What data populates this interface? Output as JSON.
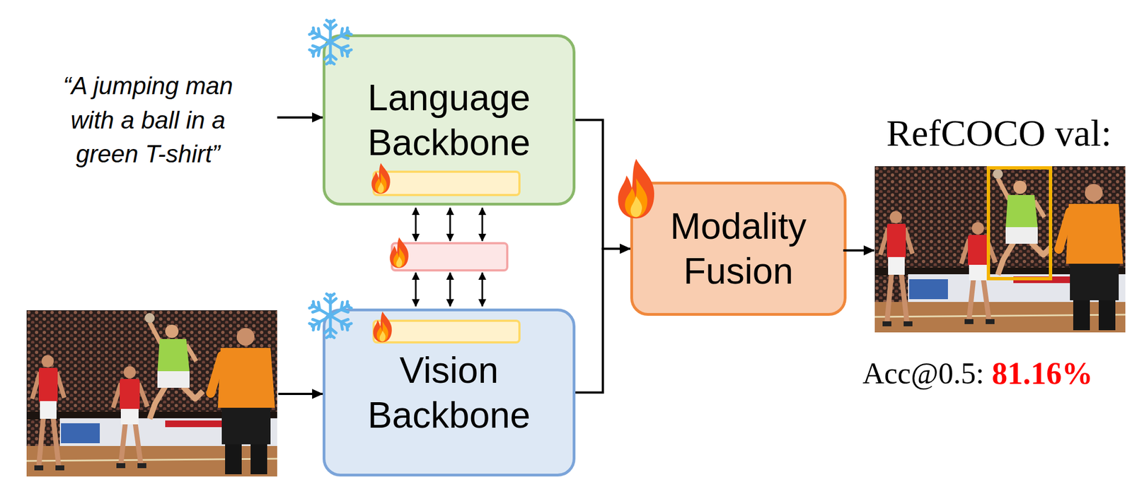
{
  "diagram": {
    "nodes": [
      {
        "text": [
          "Language Backbone"
        ]
      },
      {
        "text": [
          "Vision Backbone"
        ]
      },
      {
        "text": [
          "Modality Fusion"
        ]
      }
    ],
    "edges": [
      {
        "from": 0,
        "to": 2,
        "arrow": "to"
      },
      {
        "from": 1,
        "to": 2,
        "arrow": "to"
      }
    ],
    "labels": [
      "“A jumping man with a ball in a green T-shirt”",
      "RefCOCO val:",
      "Acc@0.5:",
      "81.16%"
    ]
  }
}
